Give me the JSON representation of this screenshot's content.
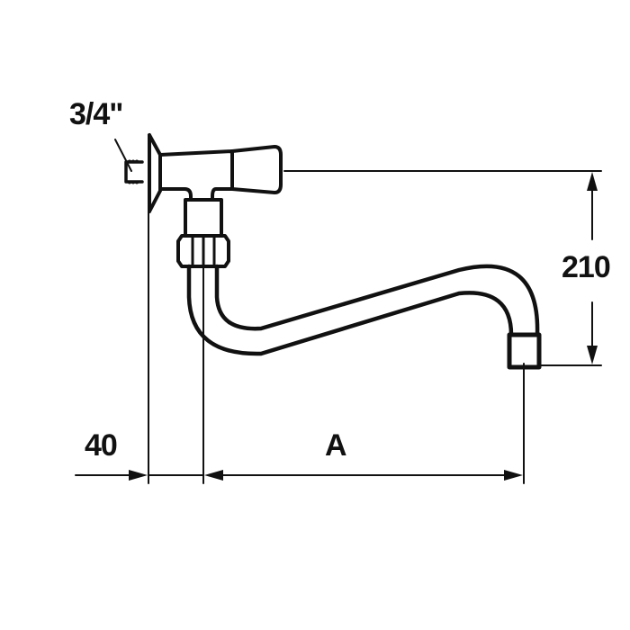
{
  "diagram": {
    "type": "technical-drawing",
    "subject": "wall-mounted tap with swivel S-spout",
    "stroke_color": "#111111",
    "background": "#ffffff"
  },
  "labels": {
    "thread_size": "3/4\"",
    "height_dim": "210",
    "wall_offset_dim": "40",
    "spout_reach_dim": "A"
  }
}
